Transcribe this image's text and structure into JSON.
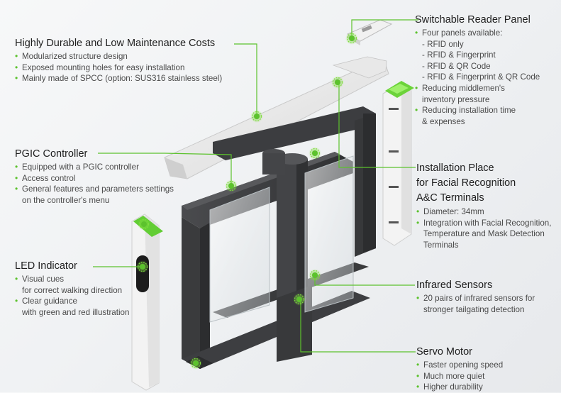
{
  "colors": {
    "accent": "#5cc22d",
    "frame": "#3a3b3d",
    "text": "#2b2b2b"
  },
  "features": {
    "durable": {
      "title": "Highly Durable and Low Maintenance Costs",
      "items": [
        "Modularized structure design",
        "Exposed mounting holes for easy installation",
        "Mainly made of SPCC (option: SUS316 stainless steel)"
      ]
    },
    "pgic": {
      "title": "PGIC Controller",
      "items": [
        "Equipped with a PGIC controller",
        "Access control",
        "General features and parameters settings",
        "on the controller's menu"
      ]
    },
    "led": {
      "title": "LED Indicator",
      "items": [
        "Visual cues",
        "for correct walking direction",
        "Clear guidance",
        "with green and red illustration"
      ]
    },
    "reader": {
      "title": "Switchable Reader Panel",
      "intro": "Four panels available:",
      "options": [
        "- RFID only",
        "- RFID & Fingerprint",
        "- RFID & QR Code",
        "- RFID & Fingerprint & QR Code"
      ],
      "items": [
        "Reducing middlemen's",
        "inventory pressure",
        "Reducing installation time",
        "& expenses"
      ]
    },
    "install": {
      "title_lines": [
        "Installation Place",
        "for Facial Recognition",
        "A&C Terminals"
      ],
      "items": [
        "Diameter: 34mm",
        "Integration with Facial Recognition,",
        "Temperature and Mask Detection",
        "Terminals"
      ]
    },
    "infrared": {
      "title": "Infrared Sensors",
      "items": [
        "20 pairs of infrared sensors for",
        "stronger tailgating detection"
      ]
    },
    "servo": {
      "title": "Servo Motor",
      "items": [
        "Faster opening speed",
        "Much more quiet",
        "Higher durability"
      ]
    }
  }
}
